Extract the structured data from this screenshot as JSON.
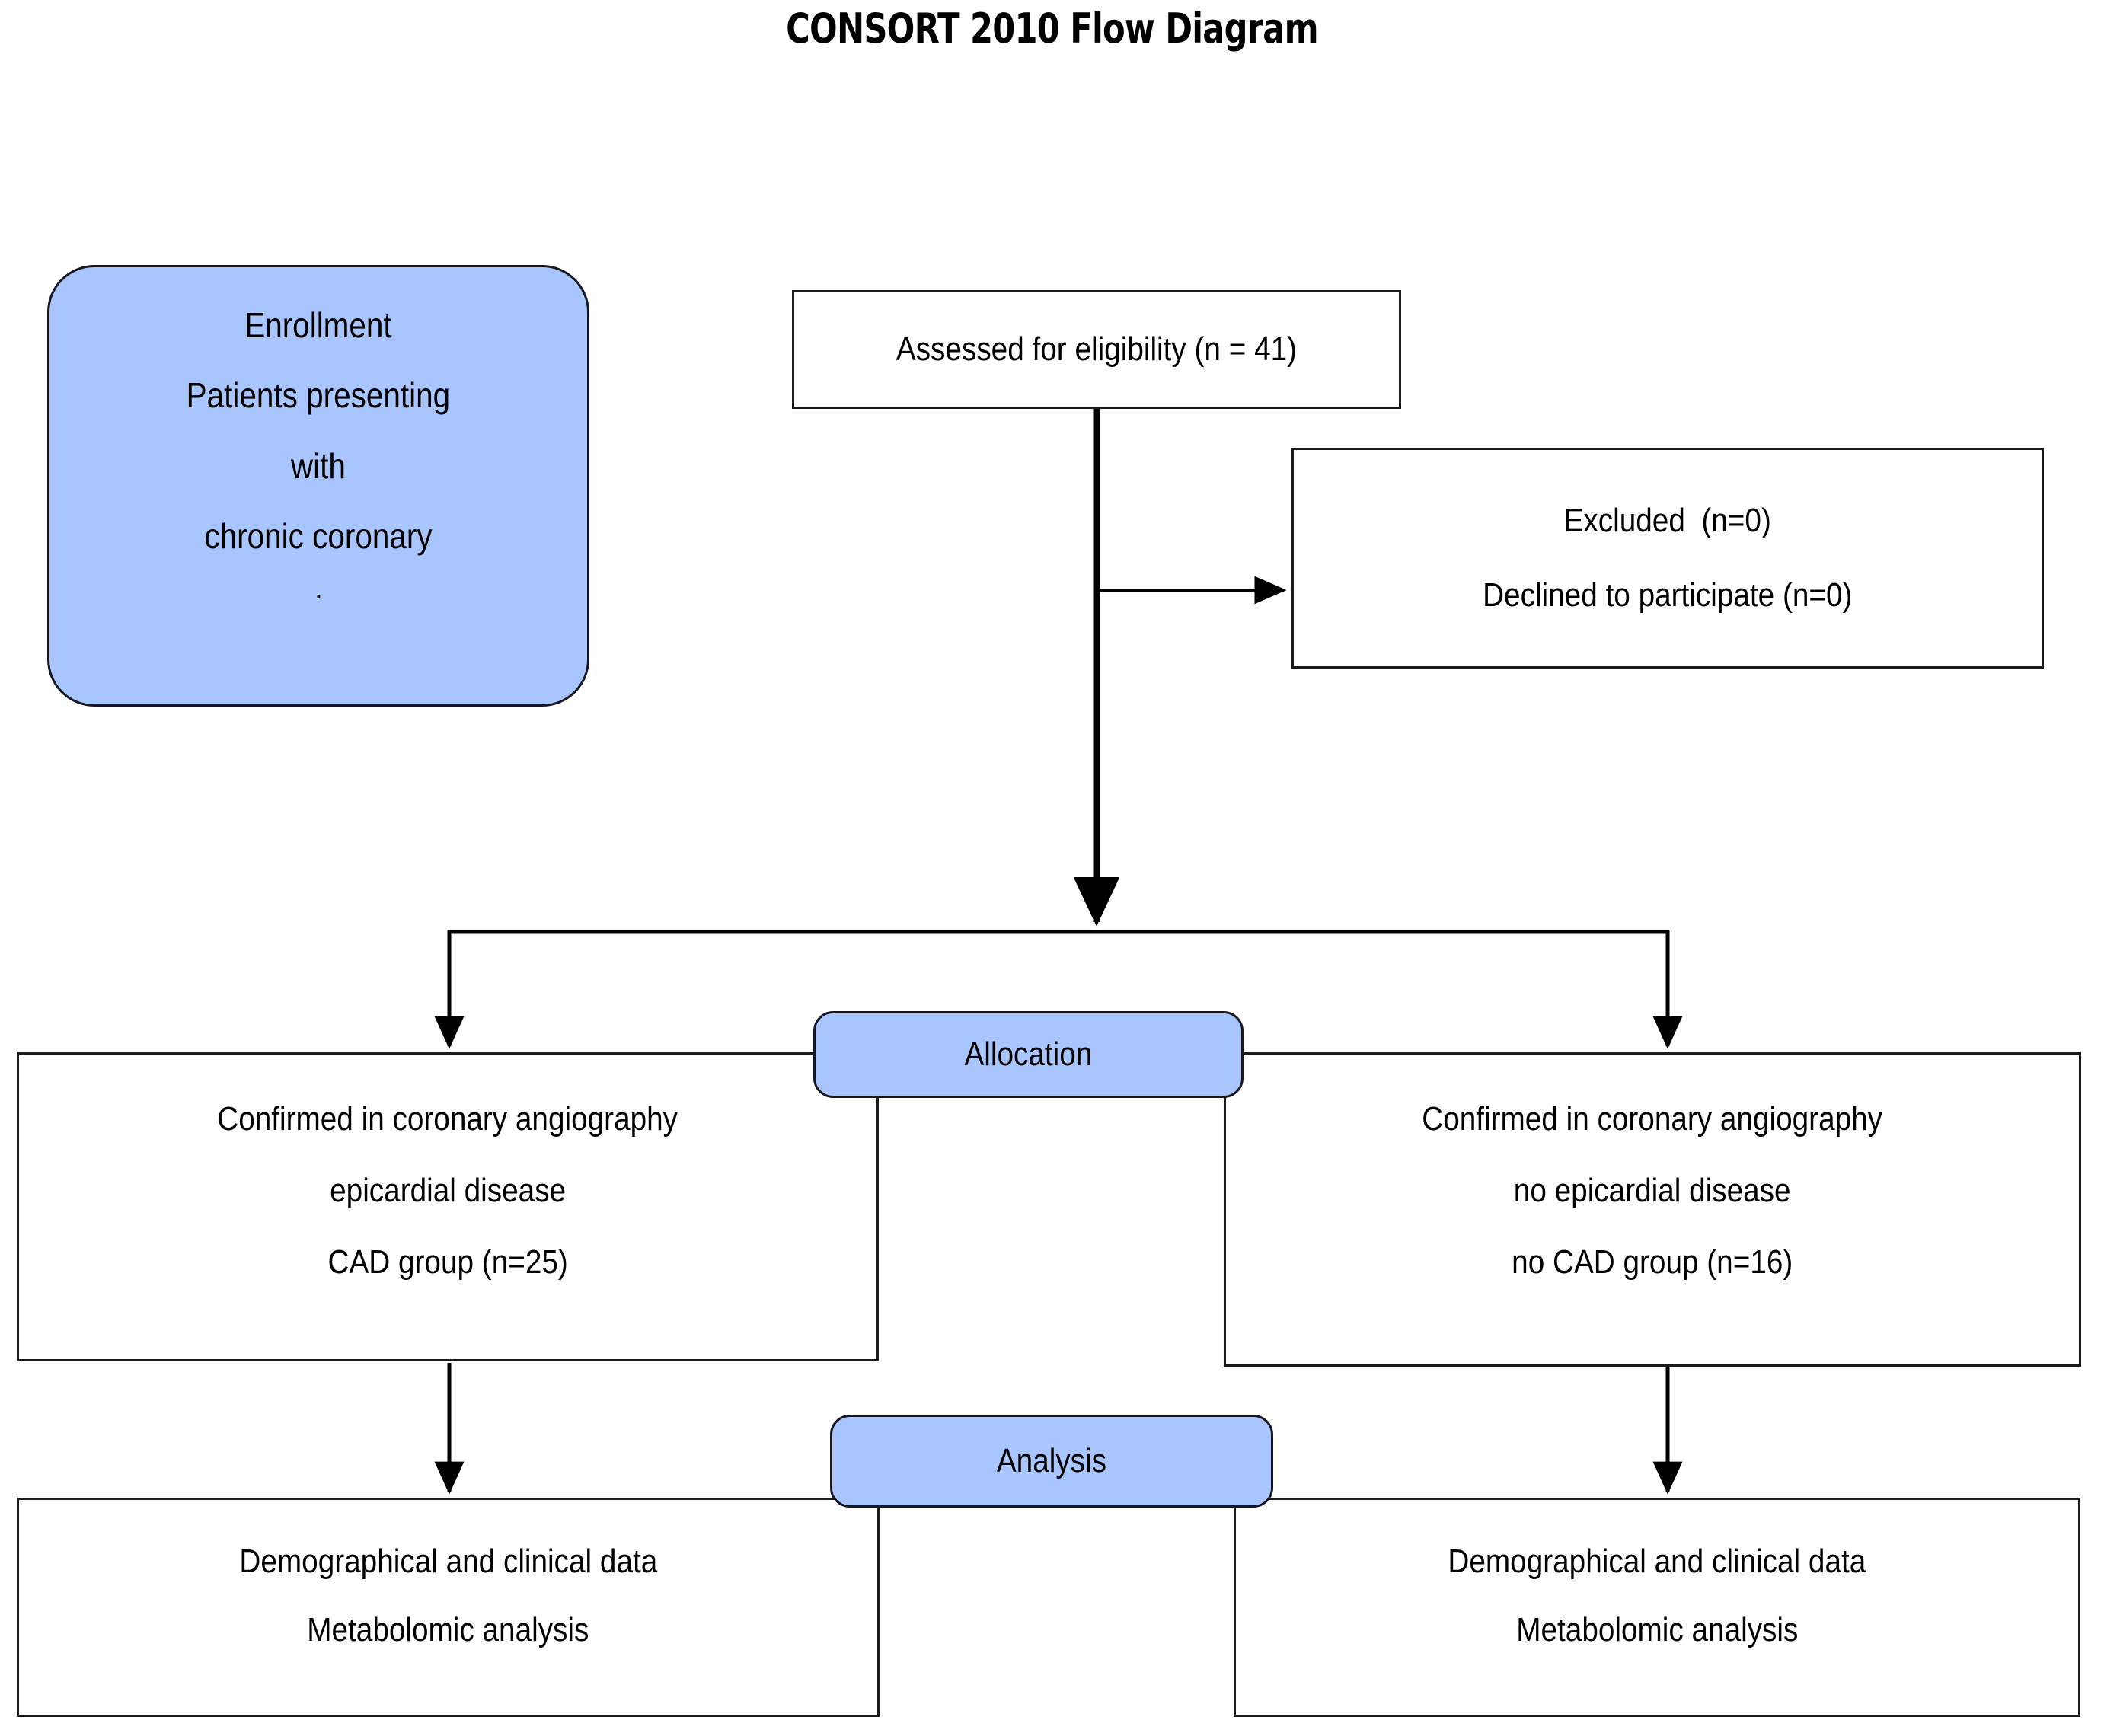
{
  "title": "CONSORT 2010 Flow Diagram",
  "stages": {
    "enrollment_label": "Enrollment",
    "allocation_label": "Allocation",
    "analysis_label": "Analysis"
  },
  "enrollment": {
    "lines": [
      "Enrollment",
      "Patients presenting",
      "with",
      "chronic coronary",
      "."
    ]
  },
  "eligibility": {
    "lines": [
      "Assessed for eligibility (n = 41)"
    ],
    "n": 41
  },
  "excluded": {
    "lines": [
      "Excluded  (n=0)",
      "Declined to participate (n=0)"
    ],
    "excluded_n": 0,
    "declined_n": 0
  },
  "allocation": {
    "left": {
      "lines": [
        "Confirmed in coronary angiography",
        "epicardial disease",
        "CAD group (n=25)"
      ],
      "n": 25
    },
    "right": {
      "lines": [
        "Confirmed in coronary angiography",
        "no epicardial disease",
        "no CAD group (n=16)"
      ],
      "n": 16
    }
  },
  "analysis": {
    "left": {
      "lines": [
        "Demographical and clinical data",
        "Metabolomic analysis"
      ]
    },
    "right": {
      "lines": [
        "Demographical and clinical data",
        "Metabolomic analysis"
      ]
    }
  },
  "colors": {
    "stage_fill": "#a8c5fd",
    "stage_border": "#17171f",
    "box_border": "#1a1a1a",
    "connector": "#000000",
    "text": "#000000",
    "background": "#ffffff"
  },
  "chart_data": {
    "type": "diagram",
    "diagram_kind": "CONSORT flow diagram",
    "nodes": [
      {
        "id": "enrollment",
        "label": "Enrollment / Patients presenting with chronic coronary .",
        "shape": "rounded-rect",
        "fill": "#a8c5fd"
      },
      {
        "id": "assessed",
        "label": "Assessed for eligibility (n = 41)",
        "shape": "rect",
        "n": 41
      },
      {
        "id": "excluded",
        "label": "Excluded  (n=0) / Declined to participate (n=0)",
        "shape": "rect",
        "n": 0
      },
      {
        "id": "allocation",
        "label": "Allocation",
        "shape": "rounded-rect",
        "fill": "#a8c5fd"
      },
      {
        "id": "cad",
        "label": "Confirmed in coronary angiography epicardial disease CAD group (n=25)",
        "shape": "rect",
        "n": 25
      },
      {
        "id": "nocad",
        "label": "Confirmed in coronary angiography no epicardial disease no CAD group (n=16)",
        "shape": "rect",
        "n": 16
      },
      {
        "id": "analysis",
        "label": "Analysis",
        "shape": "rounded-rect",
        "fill": "#a8c5fd"
      },
      {
        "id": "analysis_left",
        "label": "Demographical and clinical data / Metabolomic analysis",
        "shape": "rect"
      },
      {
        "id": "analysis_right",
        "label": "Demographical and clinical data / Metabolomic analysis",
        "shape": "rect"
      }
    ],
    "edges": [
      {
        "from": "assessed",
        "to": "excluded",
        "style": "thin-arrow"
      },
      {
        "from": "assessed",
        "to": "cad",
        "style": "thick-arrow-fork"
      },
      {
        "from": "assessed",
        "to": "nocad",
        "style": "thick-arrow-fork"
      },
      {
        "from": "cad",
        "to": "analysis_left",
        "style": "arrow"
      },
      {
        "from": "nocad",
        "to": "analysis_right",
        "style": "arrow"
      }
    ]
  }
}
